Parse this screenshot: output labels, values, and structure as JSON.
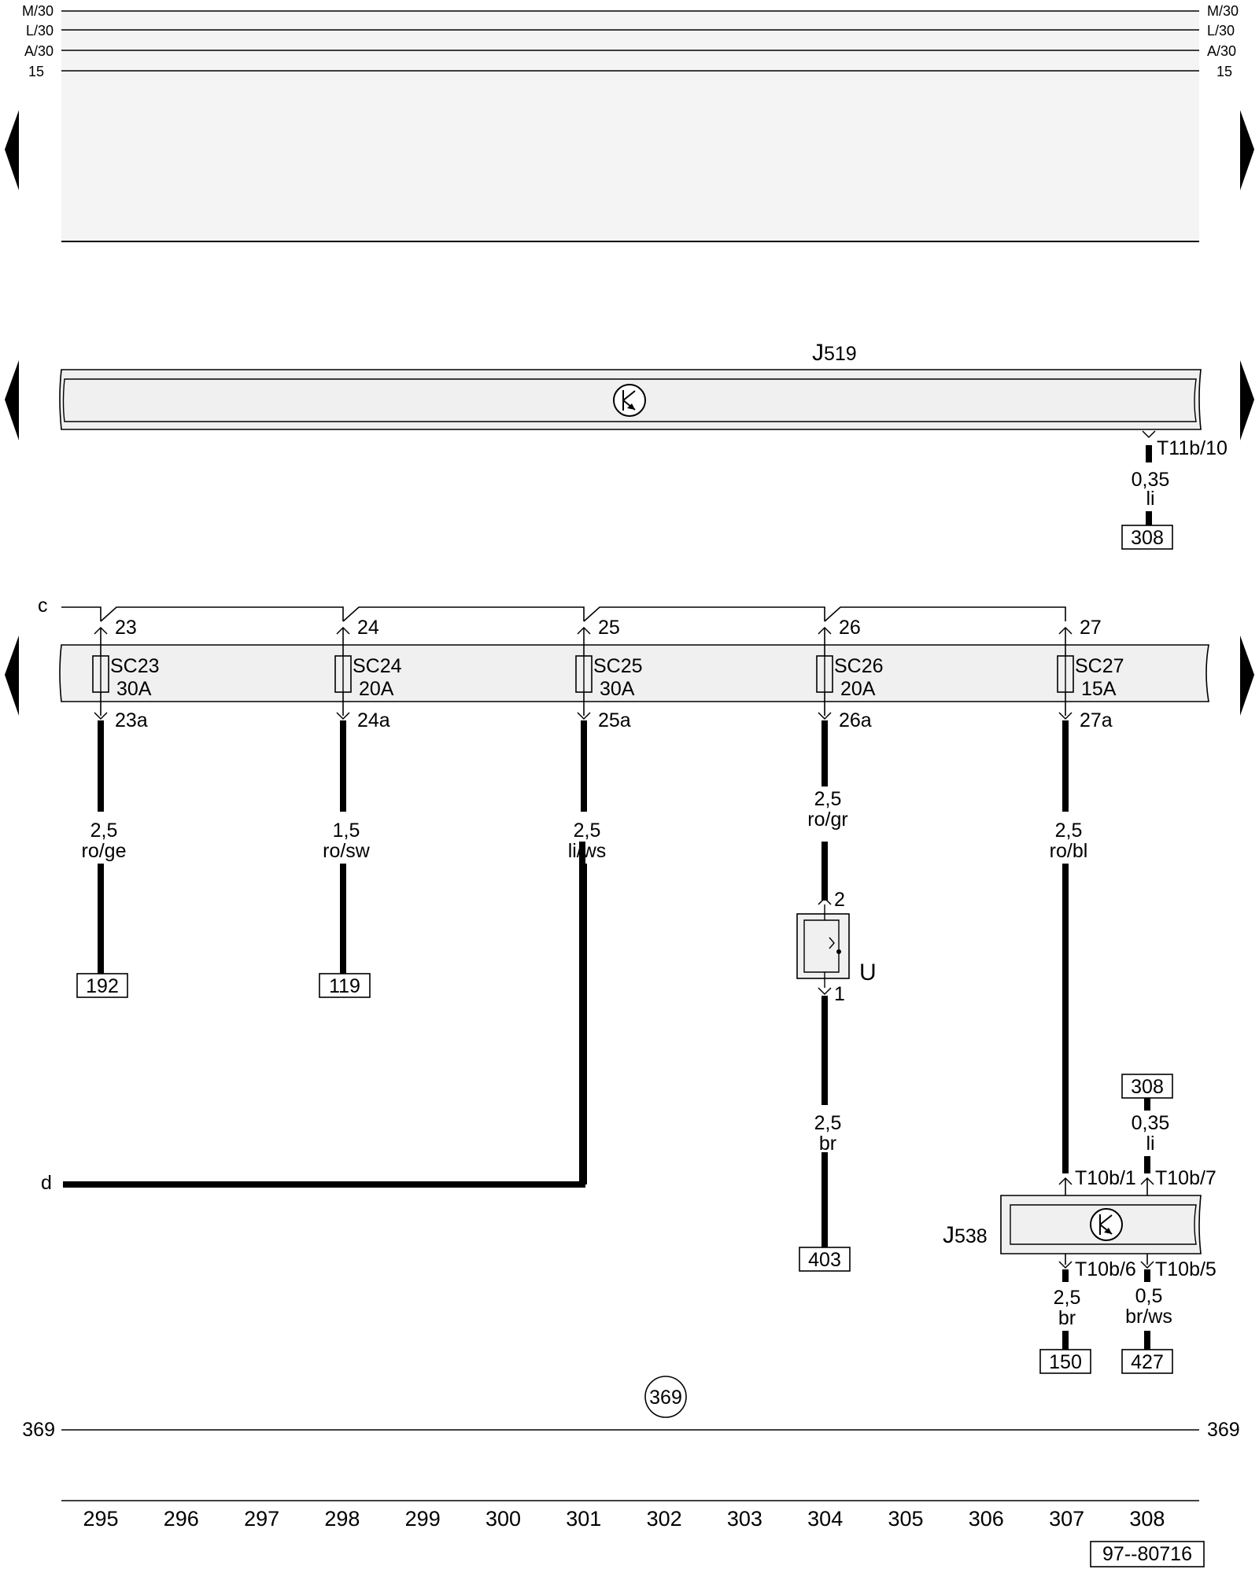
{
  "rails": {
    "left": [
      "M/30",
      "L/30",
      "A/30",
      "15"
    ],
    "right": [
      "M/30",
      "L/30",
      "A/30",
      "15"
    ]
  },
  "j519": {
    "title_letter": "J",
    "title_sub": "519",
    "pin": "T11b/10",
    "wire_size": "0,35",
    "wire_color": "li",
    "ref": "308"
  },
  "terminals": {
    "c": "c",
    "d": "d"
  },
  "fuses": [
    {
      "in_pin": "23",
      "name": "SC",
      "num": "23",
      "rating": "30A",
      "out_pin": "23a",
      "wire_size": "2,5",
      "wire_color": "ro/ge",
      "ref": "192"
    },
    {
      "in_pin": "24",
      "name": "SC",
      "num": "24",
      "rating": "20A",
      "out_pin": "24a",
      "wire_size": "1,5",
      "wire_color": "ro/sw",
      "ref": "119"
    },
    {
      "in_pin": "25",
      "name": "SC",
      "num": "25",
      "rating": "30A",
      "out_pin": "25a",
      "wire_size": "2,5",
      "wire_color": "li/ws",
      "ref": ""
    },
    {
      "in_pin": "26",
      "name": "SC",
      "num": "26",
      "rating": "20A",
      "out_pin": "26a",
      "wire_size": "2,5",
      "wire_color": "ro/gr",
      "ref": ""
    },
    {
      "in_pin": "27",
      "name": "SC",
      "num": "27",
      "rating": "15A",
      "out_pin": "27a",
      "wire_size": "2,5",
      "wire_color": "ro/bl",
      "ref": ""
    }
  ],
  "socket_u": {
    "label": "U",
    "pin_top": "2",
    "pin_bottom": "1",
    "wire_size": "2,5",
    "wire_color": "br",
    "ref": "403"
  },
  "j538": {
    "title_letter": "J",
    "title_sub": "538",
    "pin_in1": "T10b/1",
    "pin_in7": "T10b/7",
    "pin_out6": "T10b/6",
    "pin_out5": "T10b/5",
    "top_ref": "308",
    "top_wire_size": "0,35",
    "top_wire_color": "li",
    "out6_wire_size": "2,5",
    "out6_wire_color": "br",
    "out6_ref": "150",
    "out5_wire_size": "0,5",
    "out5_wire_color": "br/ws",
    "out5_ref": "427"
  },
  "ground": {
    "circle_num": "369",
    "left_label": "369",
    "right_label": "369"
  },
  "grid_numbers": [
    "295",
    "296",
    "297",
    "298",
    "299",
    "300",
    "301",
    "302",
    "303",
    "304",
    "305",
    "306",
    "307",
    "308"
  ],
  "doc_id": "97--80716"
}
